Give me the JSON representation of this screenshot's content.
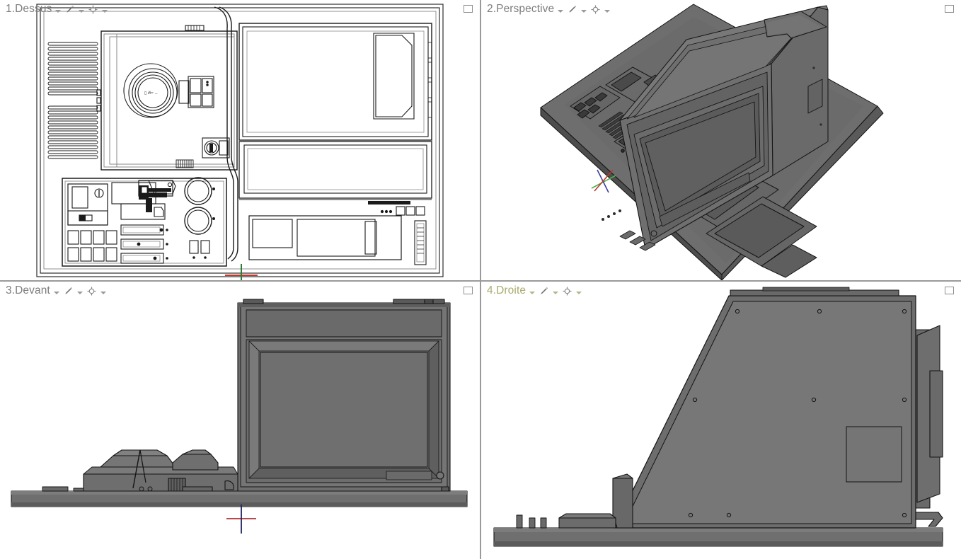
{
  "app": {
    "kind": "cad-four-viewport-workspace",
    "language": "fr",
    "background_color": "#ffffff",
    "divider_color": "#9a9a9a",
    "label_color": "#7d7d7d",
    "active_label_color": "#a9ab6e",
    "shade_light": "#8b8b8b",
    "shade_mid": "#6e6e6e",
    "shade_dark": "#555555",
    "shade_darker": "#454545",
    "wire_color": "#1a1a1a"
  },
  "viewports": [
    {
      "index": "1",
      "label": "1.Dessus",
      "display_mode": "wireframe",
      "active": false,
      "position": "top-left",
      "maximize_label": "",
      "icons": [
        "caret-down-icon",
        "pen-icon",
        "caret-down-icon",
        "target-icon",
        "caret-down-icon"
      ],
      "origin_marker": {
        "type": "axis-cross",
        "x_axis_color": "#c0392b",
        "y_axis_color": "#2d7d32"
      }
    },
    {
      "index": "2",
      "label": "2.Perspective",
      "display_mode": "shaded",
      "active": false,
      "position": "top-right",
      "maximize_label": "",
      "icons": [
        "caret-down-icon",
        "pen-icon",
        "caret-down-icon",
        "target-icon",
        "caret-down-icon"
      ],
      "origin_marker": {
        "type": "axis-gizmo",
        "x_axis_color": "#c0392b",
        "y_axis_color": "#4caf50",
        "z_axis_color": "#3f3f9e"
      }
    },
    {
      "index": "3",
      "label": "3.Devant",
      "display_mode": "shaded",
      "active": false,
      "position": "bottom-left",
      "maximize_label": "",
      "icons": [
        "caret-down-icon",
        "pen-icon",
        "caret-down-icon",
        "target-icon",
        "caret-down-icon"
      ],
      "origin_marker": {
        "type": "axis-cross",
        "x_axis_color": "#b03030",
        "y_axis_color": "#202060"
      }
    },
    {
      "index": "4",
      "label": "4.Droite",
      "display_mode": "shaded",
      "active": true,
      "position": "bottom-right",
      "maximize_label": "",
      "icons": [
        "caret-down-icon",
        "pen-icon",
        "caret-down-icon",
        "target-icon",
        "caret-down-icon"
      ],
      "origin_marker": null
    }
  ],
  "model": {
    "subject": "control console terminal with monitor",
    "top_view_features": [
      "ventilation-slot-stack-upper",
      "ventilation-slot-stack-lower",
      "circular-reel-dial",
      "small-indicator-panel",
      "rotary-switch",
      "rectangular-button",
      "keypad-button-grid",
      "drive-slot-bays",
      "twin-circular-knobs",
      "monitor-outline",
      "cable-run"
    ],
    "right_view_features": [
      "trapezoidal-side-panel",
      "screw-holes",
      "access-hatch-square",
      "base-plinth",
      "rear-cable-hook"
    ]
  }
}
